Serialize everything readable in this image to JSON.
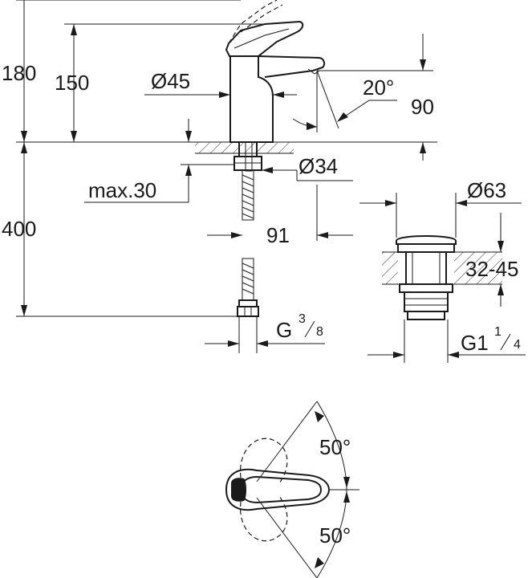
{
  "labels": {
    "d180": "180",
    "d150": "150",
    "d45": "Ø45",
    "d20": "20°",
    "d90": "90",
    "d34": "Ø34",
    "max30": "max.30",
    "d91": "91",
    "d400": "400",
    "g38_main": "G",
    "g38_num": "3",
    "g38_den": "8",
    "d63": "Ø63",
    "d3245": "32-45",
    "g114_main": "G1",
    "g114_num": "1",
    "g114_den": "4",
    "a50_top": "50°",
    "a50_bot": "50°"
  }
}
